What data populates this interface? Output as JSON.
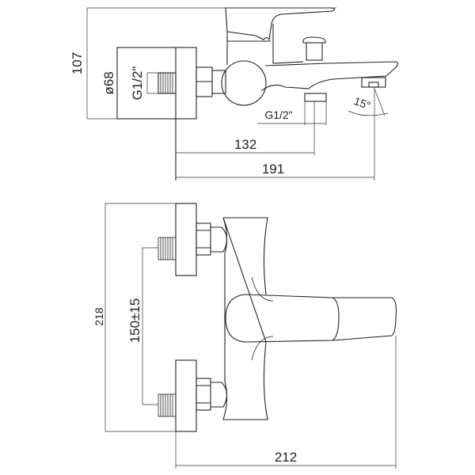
{
  "top_view": {
    "height_dim": "107",
    "escutcheon_diameter": "ø68",
    "inlet_thread": "G1/2\"",
    "outlet_thread": "G1/2\"",
    "outlet_distance": "132",
    "spout_reach": "191",
    "spout_angle": "15°"
  },
  "front_view": {
    "total_height": "218",
    "inlet_spacing": "150±15",
    "total_projection": "212"
  }
}
